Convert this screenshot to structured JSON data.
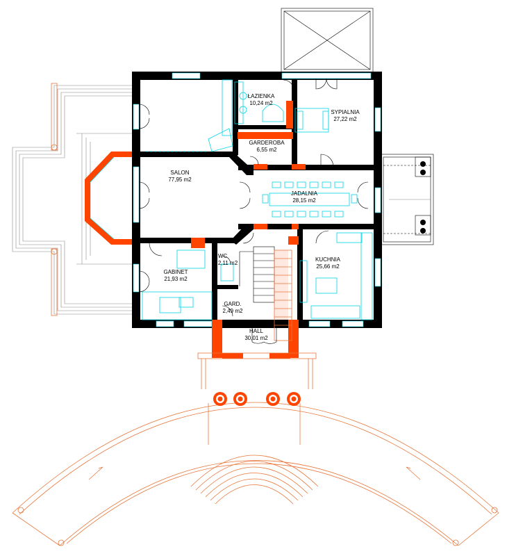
{
  "rooms": [
    {
      "id": "lazienka",
      "name": "ŁAZIENKA",
      "area": "10,24 m2"
    },
    {
      "id": "sypialnia",
      "name": "SYPIALNIA",
      "area": "27,22 m2"
    },
    {
      "id": "garderoba",
      "name": "GARDEROBA",
      "area": "6,55 m2"
    },
    {
      "id": "salon",
      "name": "SALON",
      "area": "77,95 m2"
    },
    {
      "id": "jadalnia",
      "name": "JADALNIA",
      "area": "28,15 m2"
    },
    {
      "id": "wc",
      "name": "WC",
      "area": "2,11 m2"
    },
    {
      "id": "gabinet",
      "name": "GABINET",
      "area": "21,93 m2"
    },
    {
      "id": "kuchnia",
      "name": "KUCHNIA",
      "area": "25,66 m2"
    },
    {
      "id": "gard",
      "name": "GARD.",
      "area": "2,49 m2"
    },
    {
      "id": "hall",
      "name": "HALL",
      "area": "30,01 m2"
    }
  ],
  "colors": {
    "wall": "#000000",
    "accent": "#ff4400",
    "fixtures": "#00d6e6",
    "terrace": "#e8763a"
  }
}
